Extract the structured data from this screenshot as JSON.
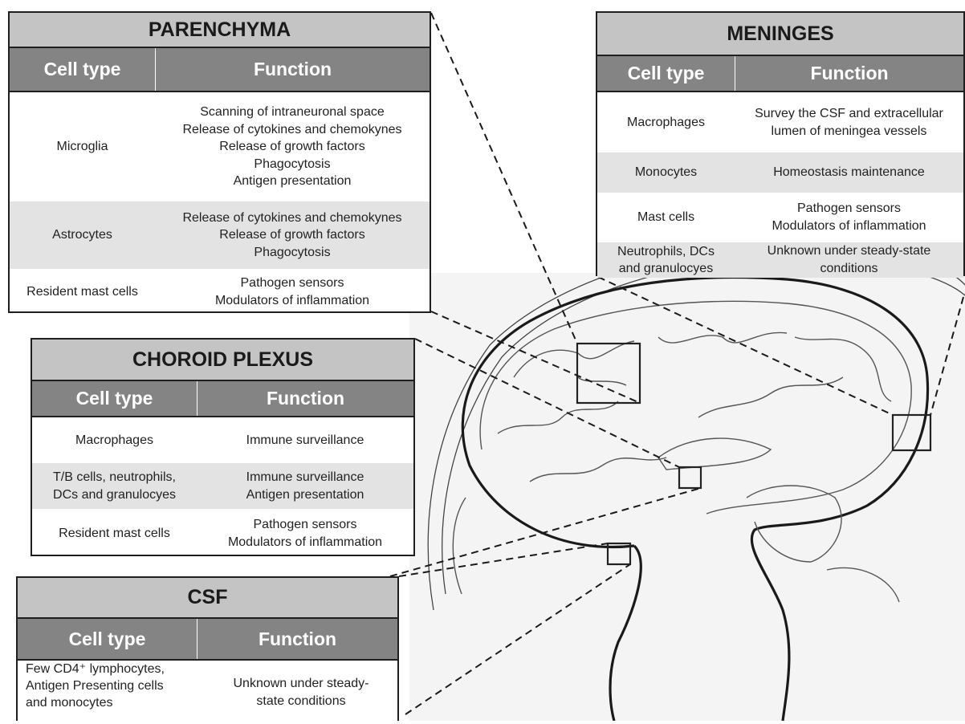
{
  "colors": {
    "title_bg": "#c4c4c4",
    "header_bg": "#848484",
    "shade_row": "#e3e3e3",
    "border": "#1f1f1f"
  },
  "headers": {
    "cell_type": "Cell type",
    "function": "Function"
  },
  "parenchyma": {
    "title": "PARENCHYMA",
    "rows": [
      {
        "cell": "Microglia",
        "functions": [
          "Scanning of intraneuronal space",
          "Release of cytokines and chemokynes",
          "Release of growth factors",
          "Phagocytosis",
          "Antigen presentation"
        ]
      },
      {
        "cell": "Astrocytes",
        "functions": [
          "Release of cytokines and chemokynes",
          "Release of growth factors",
          "Phagocytosis"
        ]
      },
      {
        "cell": "Resident mast cells",
        "functions": [
          "Pathogen sensors",
          "Modulators of inflammation"
        ]
      }
    ]
  },
  "meninges": {
    "title": "MENINGES",
    "rows": [
      {
        "cell": "Macrophages",
        "functions": [
          "Survey the CSF and extracellular",
          "lumen of meningea vessels"
        ]
      },
      {
        "cell": "Monocytes",
        "functions": [
          "Homeostasis maintenance"
        ]
      },
      {
        "cell": "Mast cells",
        "functions": [
          "Pathogen sensors",
          "Modulators of inflammation"
        ]
      },
      {
        "cell_lines": [
          "Neutrophils, DCs",
          "and granulocyes"
        ],
        "functions": [
          "Unknown under steady-state",
          "conditions"
        ]
      }
    ]
  },
  "choroid_plexus": {
    "title": "CHOROID PLEXUS",
    "rows": [
      {
        "cell": "Macrophages",
        "functions": [
          "Immune surveillance"
        ]
      },
      {
        "cell_lines": [
          "T/B cells, neutrophils,",
          "DCs and granulocyes"
        ],
        "functions": [
          "Immune surveillance",
          "Antigen presentation"
        ]
      },
      {
        "cell": "Resident mast cells",
        "functions": [
          "Pathogen sensors",
          "Modulators of inflammation"
        ]
      }
    ]
  },
  "csf": {
    "title": "CSF",
    "rows": [
      {
        "cell_lines": [
          "Few CD4⁺ lymphocytes,",
          "Antigen Presenting cells",
          "and monocytes"
        ],
        "functions": [
          "Unknown under steady-",
          "state conditions"
        ]
      }
    ]
  }
}
